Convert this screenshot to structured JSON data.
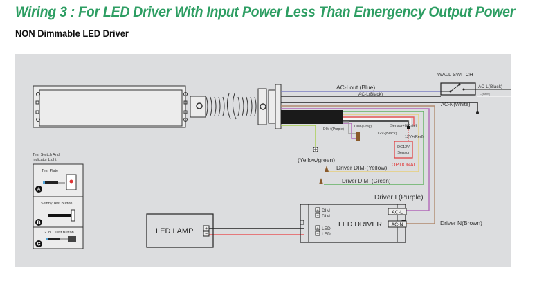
{
  "header": {
    "title": "Wiring 3 : For LED Driver With Input Power Less Than Emergency Output Power",
    "subtitle": "NON Dimmable LED Driver"
  },
  "diagram": {
    "wall_switch": {
      "label": "WALL SWITCH",
      "ac_l": "AC-L(Black)",
      "ac_n": "AC-N(White)",
      "mains_label": "AC-L(Black)"
    },
    "wires": {
      "ac_lout": "AC-Lout (Blue)",
      "ac_l_black": "AC-L(Black)",
      "dim_plus_purple": "DIM+(Purple)",
      "dim_minus_gray": "DIM-(Gray)",
      "sensor_white": "Sensor+(White)",
      "v12_black": "12V-(Black)",
      "v12_red": "12V+(Red)",
      "ground": "(Yellow/green)",
      "driver_dim_minus": "Driver DIM-(Yellow)",
      "driver_dim_plus": "Driver DIM+(Green)",
      "driver_l": "Driver L(Purple)",
      "driver_n": "Driver N(Brown)"
    },
    "sensor": {
      "line1": "DC12V",
      "line2": "Sensor",
      "optional": "OPTIONAL"
    },
    "test_switch": {
      "heading_line1": "Test Switch And",
      "heading_line2": "Indicator Light",
      "options": [
        {
          "badge": "A",
          "label": "Test Plate"
        },
        {
          "badge": "B",
          "label": "Skinny Test Button"
        },
        {
          "badge": "C",
          "label": "2 In 1 Test Button"
        }
      ]
    },
    "led_lamp": {
      "label": "LED LAMP",
      "plus": "+",
      "minus": "−"
    },
    "led_driver": {
      "label": "LED DRIVER",
      "dim_plus": "DIM",
      "dim_minus": "DIM",
      "led_plus": "LED",
      "led_minus": "LED",
      "ac_l": "AC-L",
      "ac_n": "AC-N",
      "plus": "+",
      "minus": "−"
    }
  },
  "colors": {
    "title_green": "#2e9e63",
    "panel_bg": "#dcdddf",
    "wire_blue": "#7b7fc4",
    "wire_black": "#222222",
    "wire_white": "#ffffff",
    "wire_purple": "#b268b8",
    "wire_gray": "#9a9a9a",
    "wire_brown": "#b08a6e",
    "wire_red": "#e8585a",
    "wire_yellow": "#e6cf7a",
    "wire_green": "#62b162",
    "wire_yellowgreen": "#a5cd4c",
    "sensor_red": "#e03a3a"
  }
}
